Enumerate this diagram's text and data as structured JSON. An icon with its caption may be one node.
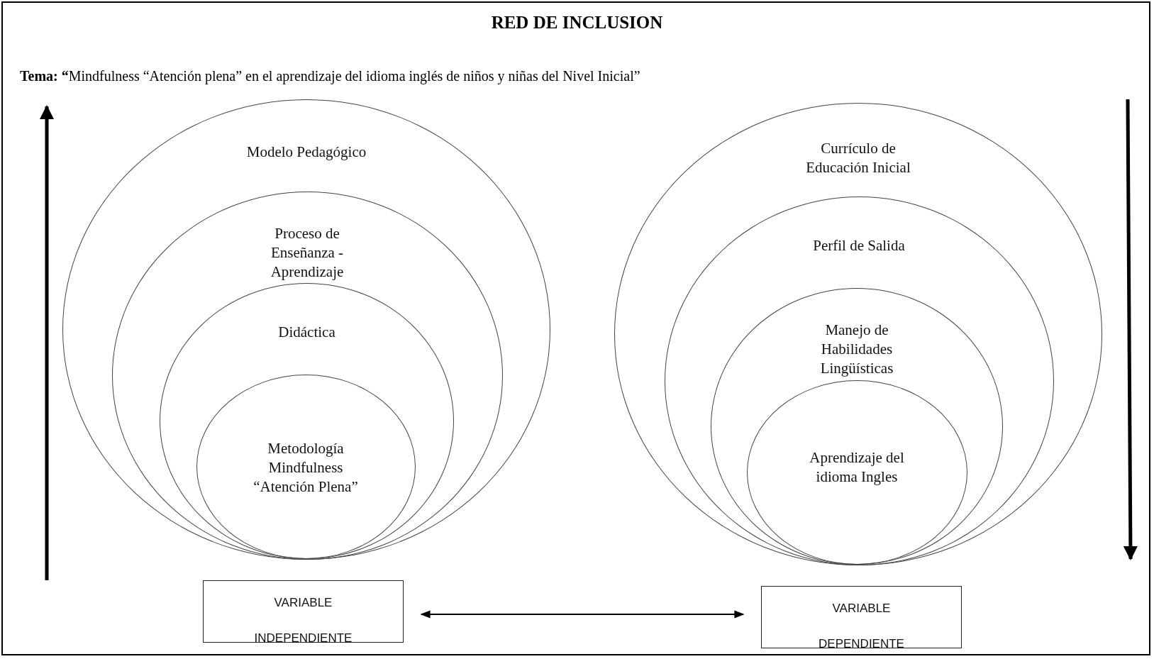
{
  "diagram": {
    "title": "RED DE INCLUSION",
    "nodes": [
      {
        "text": [
          "Modelo Pedagógico"
        ]
      },
      {
        "text": [
          "Proceso de Enseñanza - Aprendizaje"
        ],
        "in": 0
      },
      {
        "text": [
          "Didáctica"
        ],
        "in": 1
      },
      {
        "text": [
          "Metodología Mindfulness “Atención Plena”"
        ],
        "in": 2
      },
      {
        "text": [
          "Currículo de Educación Inicial"
        ]
      },
      {
        "text": [
          "Perfil de Salida"
        ],
        "in": 4
      },
      {
        "text": [
          "Manejo de Habilidades Lingüísticas"
        ],
        "in": 5
      },
      {
        "text": [
          "Aprendizaje del idioma Ingles"
        ],
        "in": 6
      },
      {
        "text": [
          "VARIABLE INDEPENDIENTE"
        ]
      },
      {
        "text": [
          "VARIABLE DEPENDIENTE"
        ]
      }
    ],
    "edges": [
      {
        "from": 8,
        "to": 9,
        "arrow": "both"
      }
    ],
    "labels": [
      "**Tema: “**Mindfulness “Atención plena” en el aprendizaje del idioma inglés de niños y niñas del Nivel Inicial”"
    ]
  }
}
